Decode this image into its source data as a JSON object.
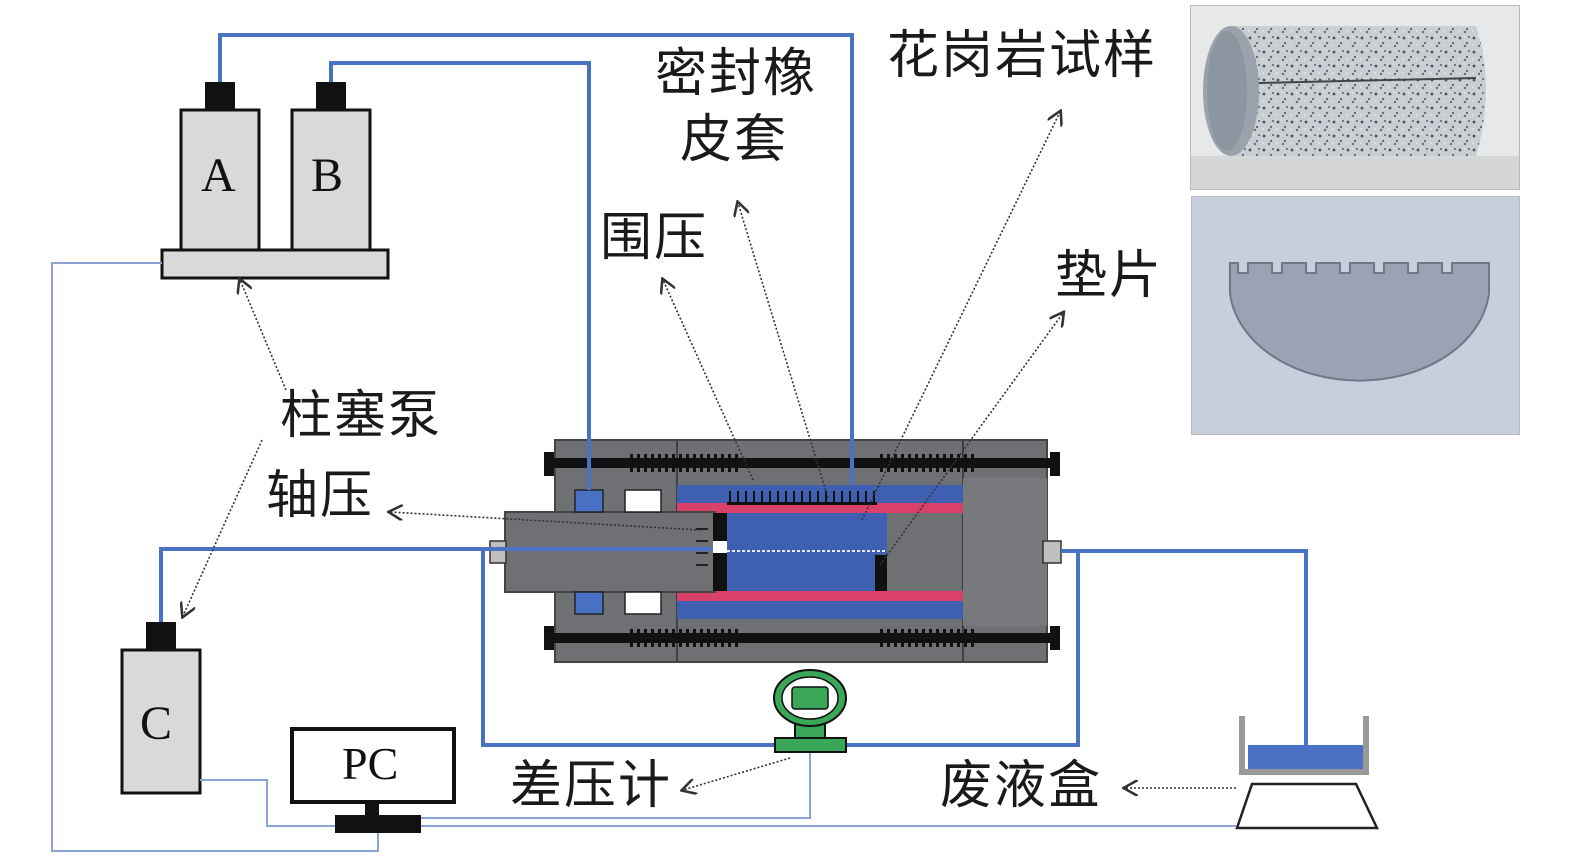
{
  "labels": {
    "seal_sleeve_line1": "密封橡",
    "seal_sleeve_line2": "皮套",
    "granite_sample": "花岗岩试样",
    "confining_pressure": "围压",
    "spacer": "垫片",
    "plunger_pump": "柱塞泵",
    "axial_pressure": "轴压",
    "differential_pressure_gauge": "差压计",
    "waste_liquid_box": "废液盒"
  },
  "pumps": {
    "a": "A",
    "b": "B",
    "c": "C"
  },
  "computer": {
    "label": "PC"
  },
  "colors": {
    "pipe": "#4a72c4",
    "signal_line": "#8aa4d6",
    "body_gray": "#6e7073",
    "fluid_blue": "#3f5fb0",
    "rubber_red": "#d9406a",
    "gauge_green": "#3aa657",
    "pump_fill": "#d9d9d9"
  }
}
